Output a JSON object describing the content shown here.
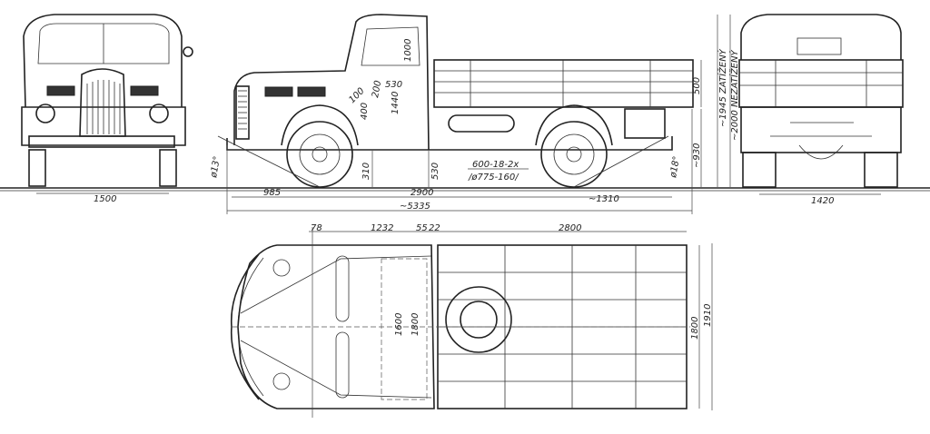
{
  "front_view": {
    "track_width": "1500"
  },
  "rear_view": {
    "track_width": "1420"
  },
  "side_view": {
    "front_overhang": "985",
    "wheelbase": "2900",
    "overall_length": "~5335",
    "rear_overhang": "~1310",
    "ground_clearance": "310",
    "frame_height": "530",
    "platform_height": "~930",
    "side_height": "500",
    "height_loaded": "~1945 ZATÍŽENÝ",
    "height_unloaded": "~2000 NEZATÍŽENÝ",
    "tyre_size": "600-18-2x",
    "tyre_diameter": "/ø775-160/",
    "approach_angle": "ø13°",
    "departure_angle": "ø18°",
    "cab_dims": [
      "100",
      "200",
      "530",
      "400",
      "1440",
      "1000"
    ]
  },
  "top_view": {
    "dim_78": "78",
    "dim_1232": "1232",
    "dim_55": "55",
    "dim_22": "22",
    "bed_length": "2800",
    "cab_inner_1600": "1600",
    "cab_inner_1800": "1800",
    "bed_inner_width": "1800",
    "bed_outer_width": "1910"
  }
}
